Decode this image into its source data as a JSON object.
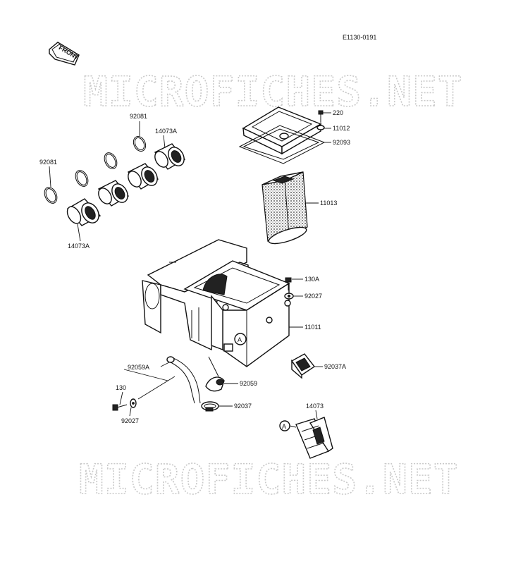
{
  "code": "E1130-0191",
  "front_label": "FRONT",
  "watermarks": [
    "MICROFICHES.NET",
    "MICROFICHES.NET"
  ],
  "callouts": {
    "p220": "220",
    "p11012": "11012",
    "p92093": "92093",
    "p11013": "11013",
    "p92081a": "92081",
    "p14073Aa": "14073A",
    "p92081b": "92081",
    "p14073Ab": "14073A",
    "p130A": "130A",
    "p92027a": "92027",
    "p11011": "11011",
    "p92059A": "92059A",
    "p92059": "92059",
    "p92037A": "92037A",
    "p130": "130",
    "p92027b": "92027",
    "p92037": "92037",
    "p14073": "14073",
    "refA1": "A",
    "refA2": "A"
  }
}
